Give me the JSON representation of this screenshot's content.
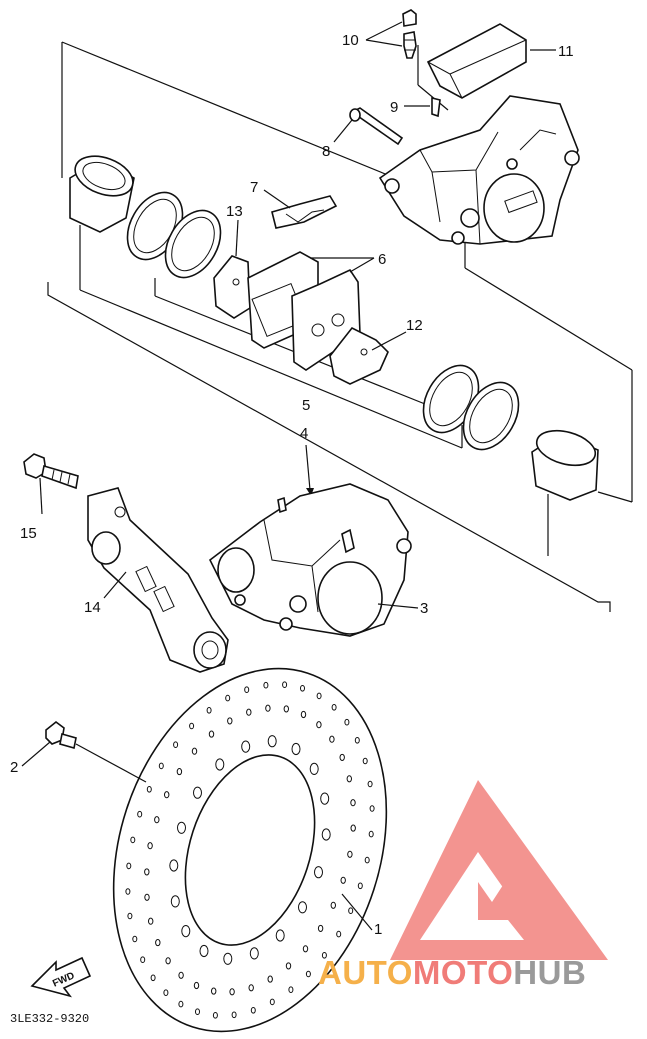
{
  "diagram": {
    "callouts": [
      "1",
      "2",
      "3",
      "4",
      "5",
      "6",
      "7",
      "8",
      "9",
      "10",
      "11",
      "12",
      "13",
      "14",
      "15"
    ],
    "part_code": "3LE332-9320",
    "fwd_label": "FWD"
  },
  "watermark": {
    "text_part1": "AUTO",
    "text_part2": "MOTO",
    "text_part3": "HUB",
    "color_red": "#f07c78",
    "color_orange": "#f5b04a",
    "color_gray": "#9a9a9a"
  }
}
